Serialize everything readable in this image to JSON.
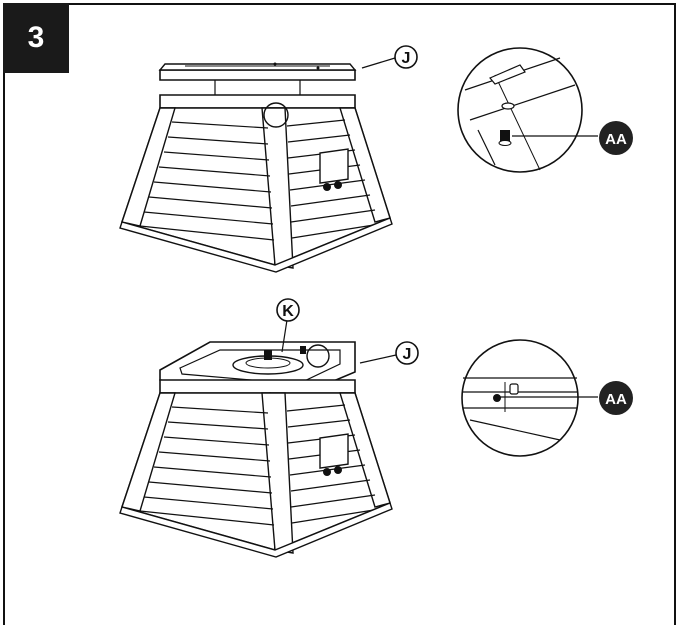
{
  "step": {
    "number": "3"
  },
  "labels": {
    "top_frame": "J",
    "burner_ring": "K",
    "bottom_frame": "J",
    "bolt_top": "AA",
    "bolt_bottom": "AA"
  },
  "colors": {
    "ink": "#111111",
    "badge": "#1a1a1a",
    "callout": "#222222",
    "paper": "#ffffff"
  }
}
